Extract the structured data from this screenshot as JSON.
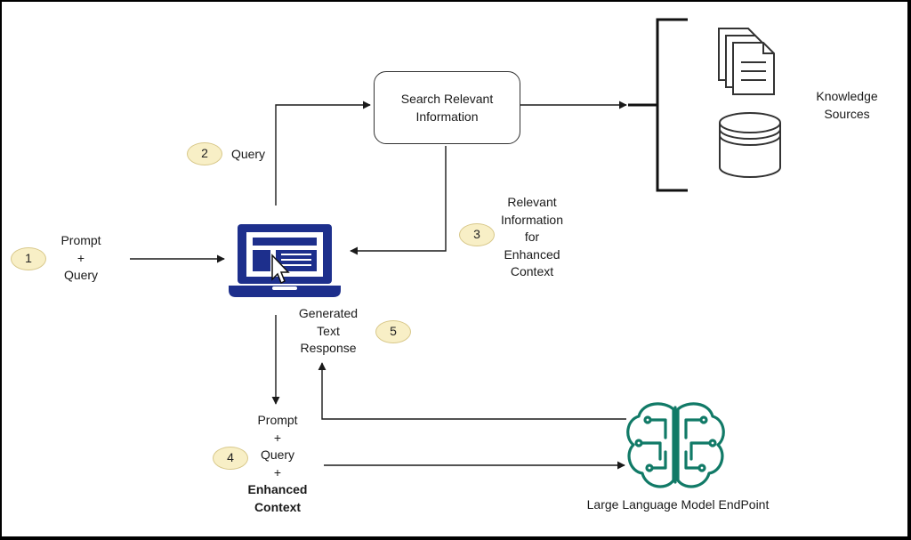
{
  "diagram": {
    "steps": {
      "s1": "1",
      "s2": "2",
      "s3": "3",
      "s4": "4",
      "s5": "5"
    },
    "prompt_query": {
      "l1": "Prompt",
      "l2": "+",
      "l3": "Query"
    },
    "query_label": "Query",
    "search_box": {
      "l1": "Search Relevant",
      "l2": "Information"
    },
    "knowledge_sources": {
      "l1": "Knowledge",
      "l2": "Sources"
    },
    "relevant_info": {
      "l1": "Relevant",
      "l2": "Information",
      "l3": "for",
      "l4": "Enhanced",
      "l5": "Context"
    },
    "generated_response": {
      "l1": "Generated",
      "l2": "Text",
      "l3": "Response"
    },
    "enhanced_prompt": {
      "l1": "Prompt",
      "l2": "+",
      "l3": "Query",
      "l4": "+",
      "l5": "Enhanced",
      "l6": "Context"
    },
    "llm_label": "Large Language Model EndPoint",
    "colors": {
      "laptop": "#1d2f8c",
      "brain": "#117a67",
      "step_fill": "#f8efc6",
      "step_border": "#d8c88a",
      "lines": "#1a1a1a"
    },
    "icons": {
      "laptop": "laptop-icon",
      "cursor": "mouse-cursor-icon",
      "documents": "documents-icon",
      "database": "database-icon",
      "brain": "brain-circuit-icon"
    }
  }
}
